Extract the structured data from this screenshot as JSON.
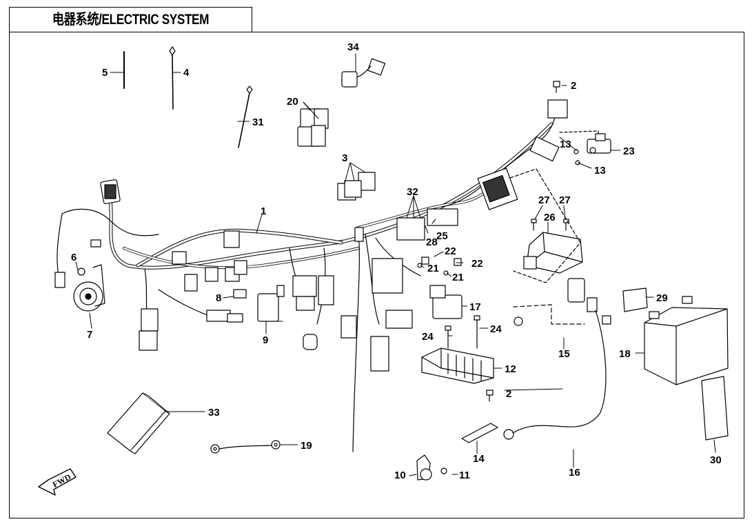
{
  "title": "电器系统/ELECTRIC SYSTEM",
  "direction_label": "FWD",
  "callouts": {
    "c1": "1",
    "c2a": "2",
    "c2b": "2",
    "c3": "3",
    "c4": "4",
    "c5": "5",
    "c6": "6",
    "c7": "7",
    "c8": "8",
    "c9": "9",
    "c10": "10",
    "c11": "11",
    "c12": "12",
    "c13a": "13",
    "c13b": "13",
    "c14": "14",
    "c15": "15",
    "c16": "16",
    "c17": "17",
    "c18": "18",
    "c19": "19",
    "c20": "20",
    "c21a": "21",
    "c21b": "21",
    "c22a": "22",
    "c22b": "22",
    "c23": "23",
    "c24a": "24",
    "c24b": "24",
    "c25": "25",
    "c26": "26",
    "c27a": "27",
    "c27b": "27",
    "c28": "28",
    "c29": "29",
    "c30": "30",
    "c31": "31",
    "c32": "32",
    "c33": "33",
    "c34": "34"
  }
}
